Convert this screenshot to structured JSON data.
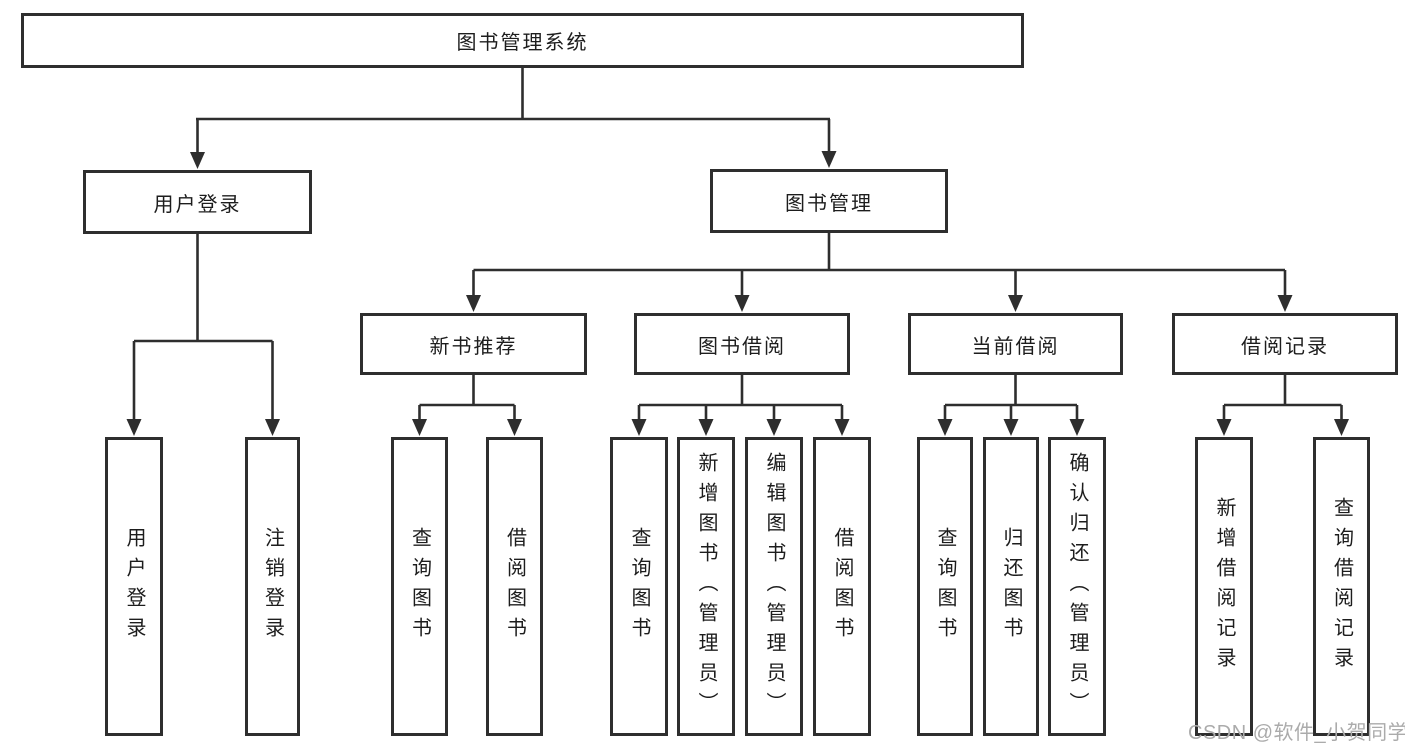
{
  "diagram": {
    "root": "图书管理系统",
    "branches": [
      {
        "label": "用户登录",
        "children": [
          "用户登录",
          "注销登录"
        ]
      },
      {
        "label": "图书管理",
        "groups": [
          {
            "label": "新书推荐",
            "children": [
              "查询图书",
              "借阅图书"
            ]
          },
          {
            "label": "图书借阅",
            "children": [
              "查询图书",
              "新增图书（管理员）",
              "编辑图书（管理员）",
              "借阅图书"
            ]
          },
          {
            "label": "当前借阅",
            "children": [
              "查询图书",
              "归还图书",
              "确认归还（管理员）"
            ]
          },
          {
            "label": "借阅记录",
            "children": [
              "新增借阅记录",
              "查询借阅记录"
            ]
          }
        ]
      }
    ]
  },
  "watermark": "CSDN @软件_小贺同学",
  "colors": {
    "line": "#2e2e2e",
    "box_border": "#2e2e2e",
    "text": "#1d1d1d",
    "watermark": "#ababab",
    "background": "#ffffff"
  }
}
